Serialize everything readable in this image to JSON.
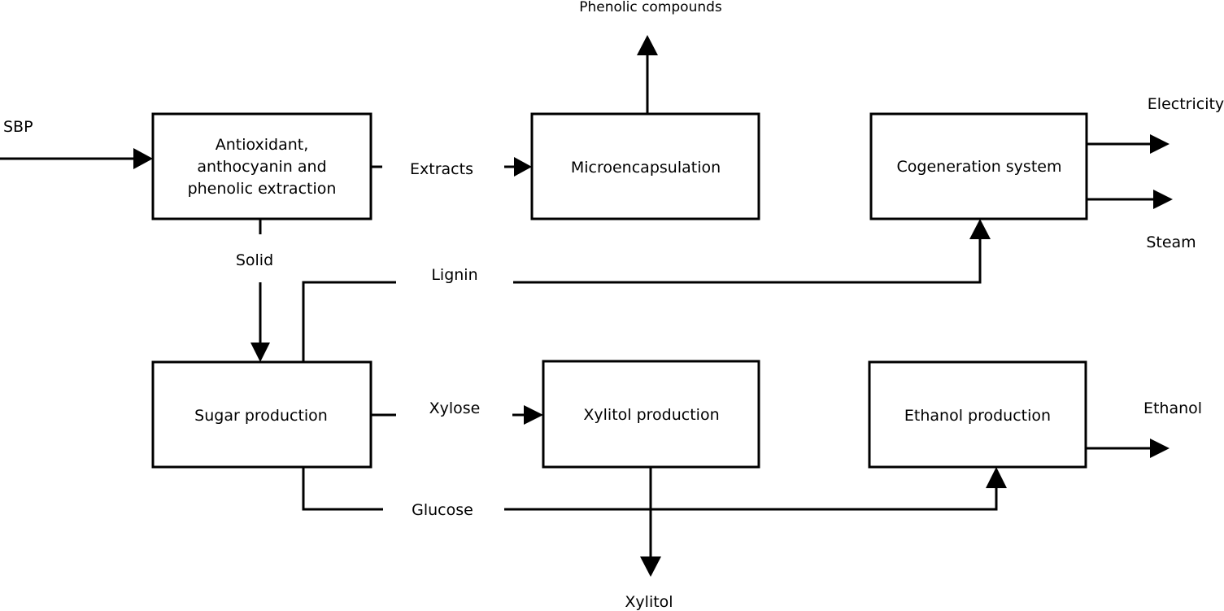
{
  "nodes": {
    "antioxidant": {
      "line1": "Antioxidant,",
      "line2": "anthocyanin and",
      "line3": "phenolic extraction"
    },
    "microencapsulation": {
      "label": "Microencapsulation"
    },
    "cogeneration": {
      "label": "Cogeneration system"
    },
    "sugar": {
      "label": "Sugar production"
    },
    "xylitol_prod": {
      "label": "Xylitol production"
    },
    "ethanol_prod": {
      "label": "Ethanol production"
    }
  },
  "flows": {
    "sbp": "SBP",
    "extracts": "Extracts",
    "phenolic_compounds": "Phenolic compounds",
    "electricity": "Electricity",
    "steam": "Steam",
    "solid": "Solid",
    "lignin": "Lignin",
    "xylose": "Xylose",
    "glucose": "Glucose",
    "xylitol": "Xylitol",
    "ethanol": "Ethanol"
  }
}
